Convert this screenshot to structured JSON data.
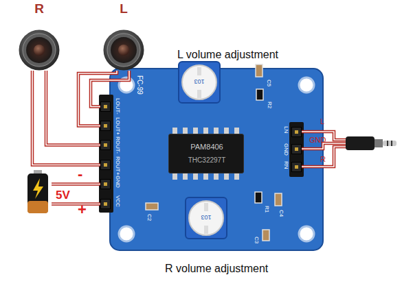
{
  "diagram": {
    "nodes": [
      {
        "text": [
          "R"
        ]
      },
      {
        "text": [
          "L"
        ]
      },
      {
        "text": [
          "5V"
        ]
      },
      {
        "text": [
          "FC-99"
        ]
      },
      {
        "text": [
          "PAM8406",
          "THC32297T"
        ],
        "in": 3
      },
      {
        "text": [
          "103"
        ],
        "in": 3
      },
      {
        "text": [
          "103"
        ],
        "in": 3
      },
      {
        "text": [
          "LOUT-"
        ],
        "in": 3
      },
      {
        "text": [
          "LOUT+"
        ],
        "in": 3
      },
      {
        "text": [
          "ROUT-"
        ],
        "in": 3
      },
      {
        "text": [
          "ROUT+"
        ],
        "in": 3
      },
      {
        "text": [
          "GND"
        ],
        "in": 3
      },
      {
        "text": [
          "VCC"
        ],
        "in": 3
      },
      {
        "text": [
          "LN"
        ],
        "in": 3
      },
      {
        "text": [
          "GND"
        ],
        "in": 3
      },
      {
        "text": [
          "RN"
        ],
        "in": 3
      }
    ],
    "edges": [
      {
        "from": 1,
        "to": 7,
        "arrow": "none"
      },
      {
        "from": 1,
        "to": 8,
        "arrow": "none"
      },
      {
        "from": 0,
        "to": 9,
        "arrow": "none"
      },
      {
        "from": 0,
        "to": 10,
        "arrow": "none"
      },
      {
        "from": 2,
        "to": 11,
        "arrow": "none"
      },
      {
        "from": 2,
        "to": 12,
        "arrow": "none"
      }
    ],
    "labels": [
      "L volume adjustment",
      "-",
      "+",
      "L",
      "GND",
      "R",
      "C5",
      "R2",
      "C2",
      "R1",
      "C4",
      "C3",
      "R volume adjustment"
    ]
  }
}
